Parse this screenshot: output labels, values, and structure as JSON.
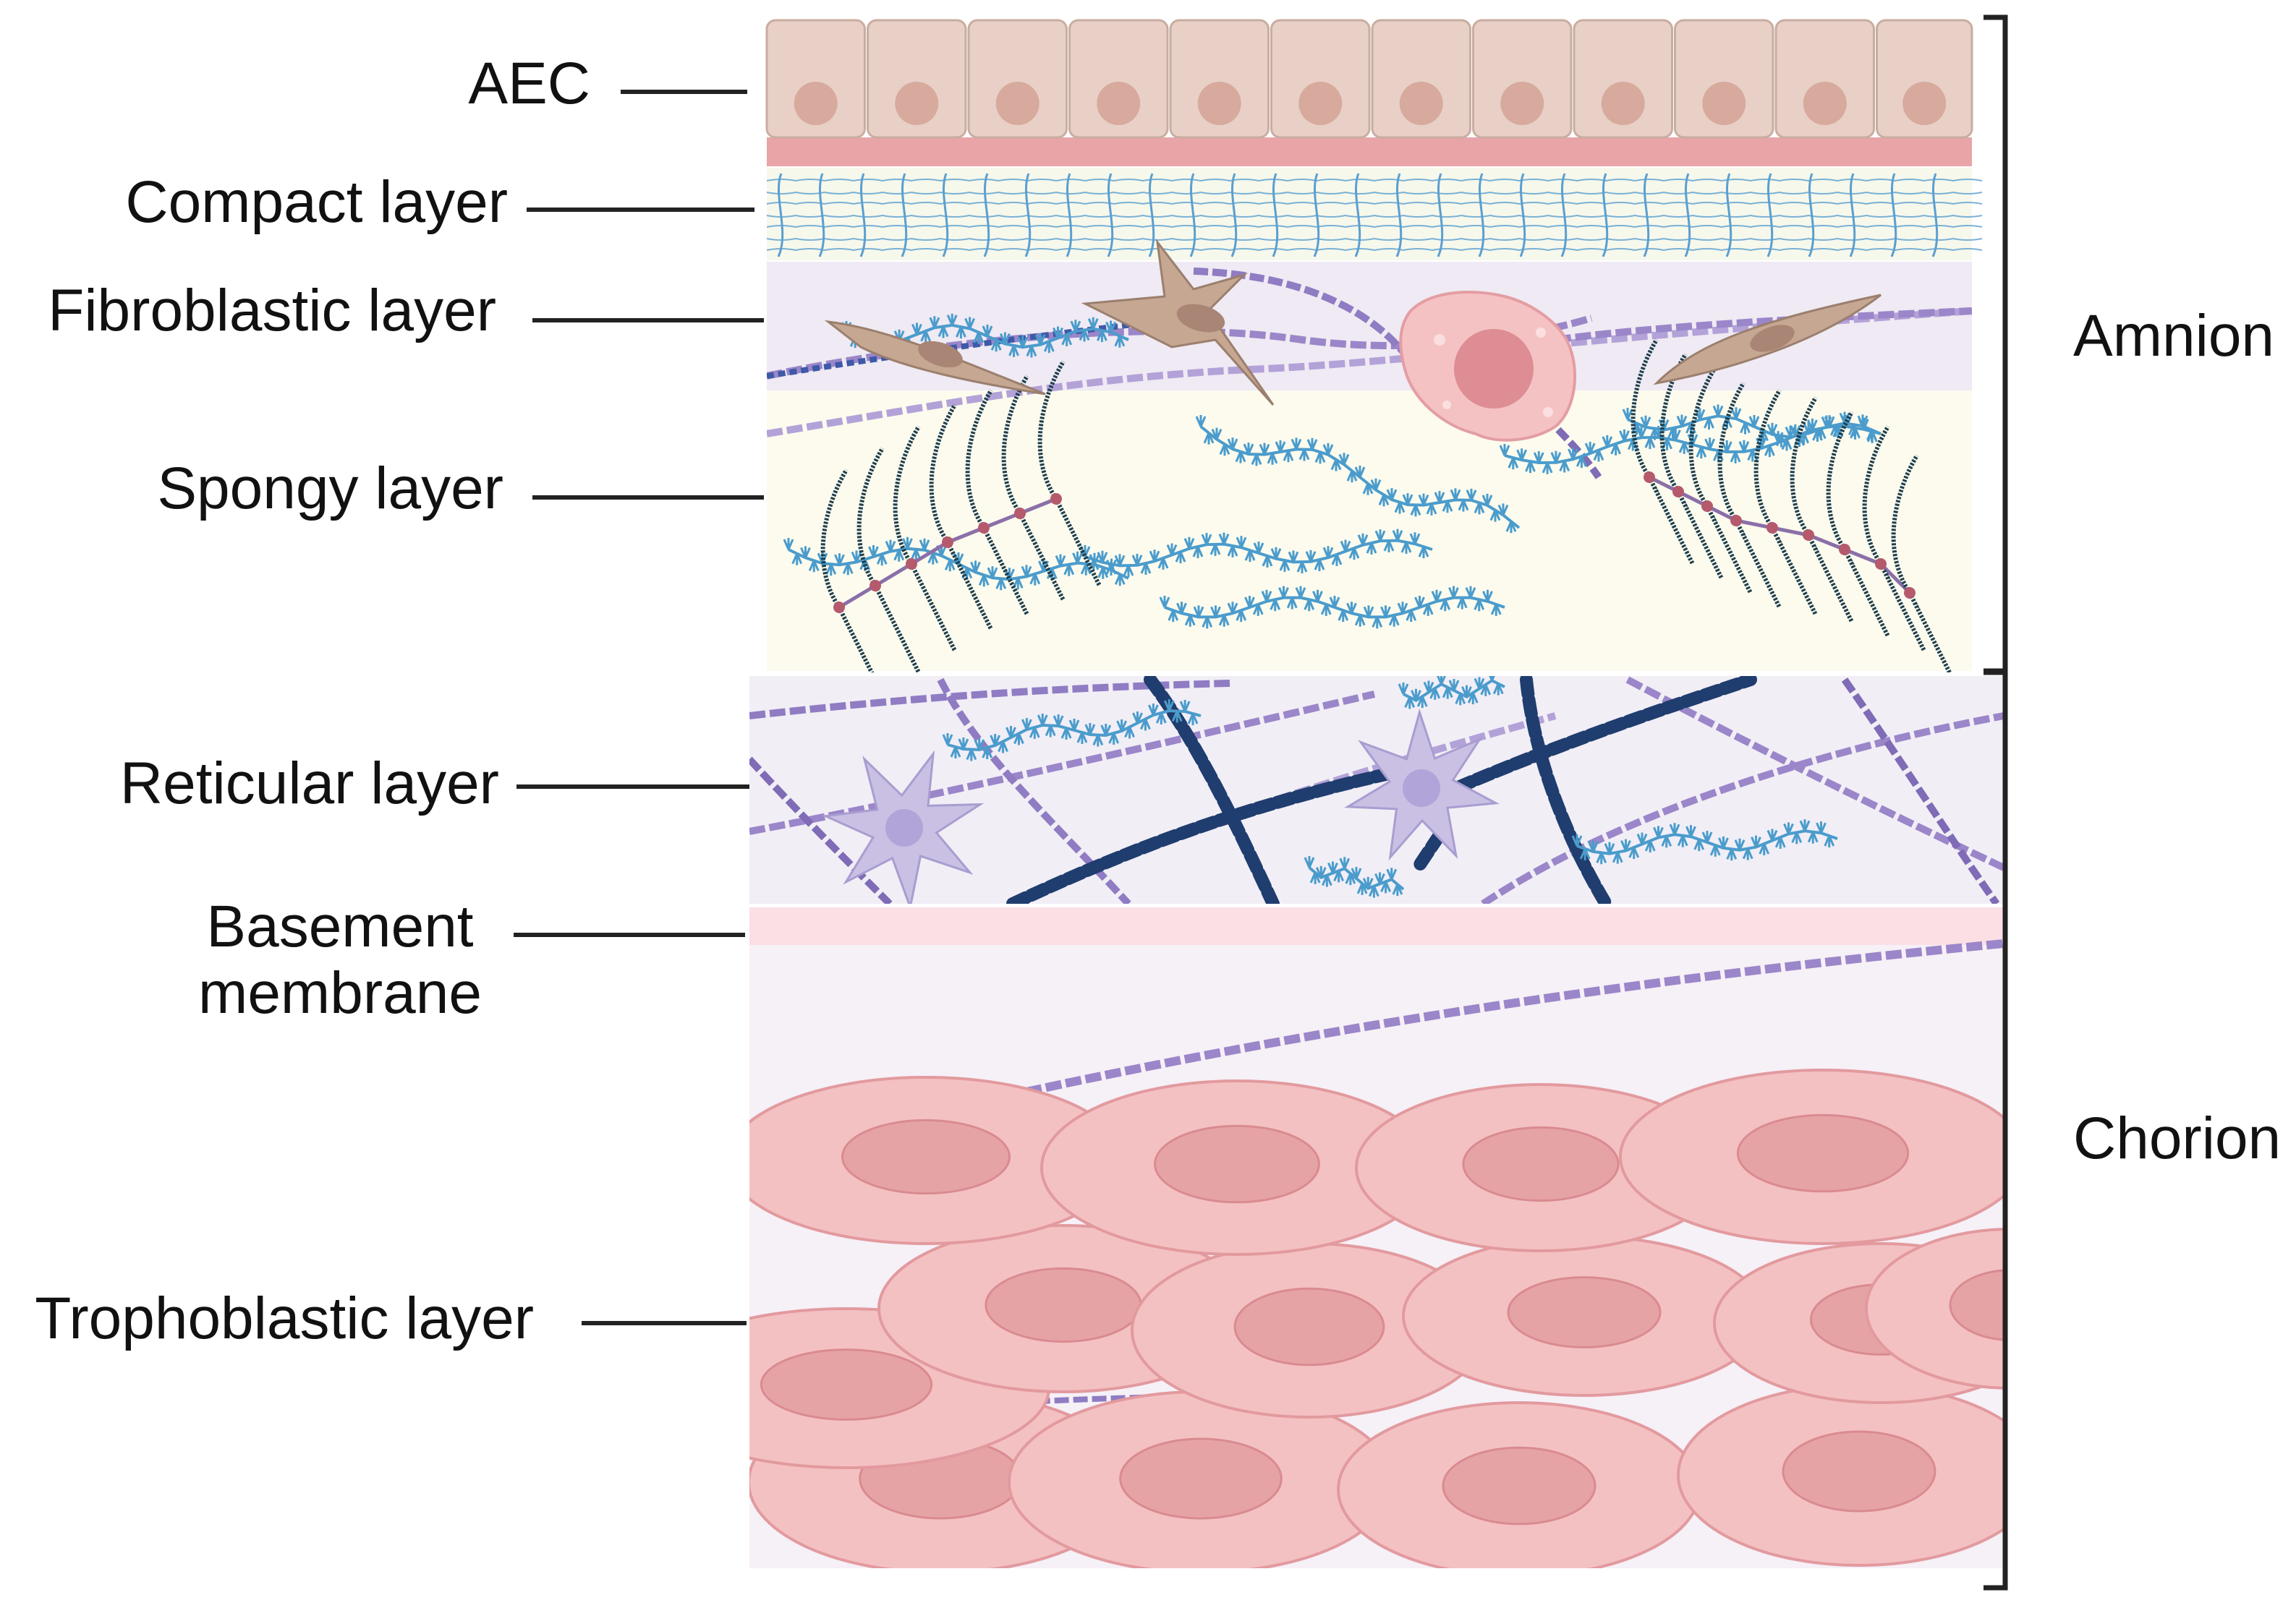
{
  "labels": {
    "aec": "AEC",
    "compact": "Compact layer",
    "fibroblastic": "Fibroblastic layer",
    "spongy": "Spongy layer",
    "reticular": "Reticular layer",
    "basement_line1": "Basement",
    "basement_line2": "membrane",
    "trophoblastic": "Trophoblastic layer"
  },
  "regions": {
    "amnion": "Amnion",
    "chorion": "Chorion"
  },
  "colors": {
    "epithelial_cell": "#e8d0c6",
    "epithelial_nucleus": "#d7aa9d",
    "epithelial_base": "#e8a4a7",
    "compact_bg": "#f6f8ec",
    "collagen_mesh": "#5b9fcf",
    "fibroblastic_bg": "#efeaf3",
    "fibroblast": "#c6a792",
    "spongy_bg": "#fcfbee",
    "collagen_fiber": "#9a86c9",
    "proteoglycan": "#4b9ccc",
    "glycoprotein_brush": "#1f3f4e",
    "reticular_bg": "#f1eef6",
    "reticular_star_cell": "#c9c0e4",
    "fibronectin": "#1f3d6e",
    "basement_membrane": "#fbdfe4",
    "chorion_bg": "#f6f0f7",
    "trophoblast_cell": "#f4c1c3",
    "trophoblast_nucleus": "#e6a3a6",
    "macrophage": "#f5c2c4"
  }
}
